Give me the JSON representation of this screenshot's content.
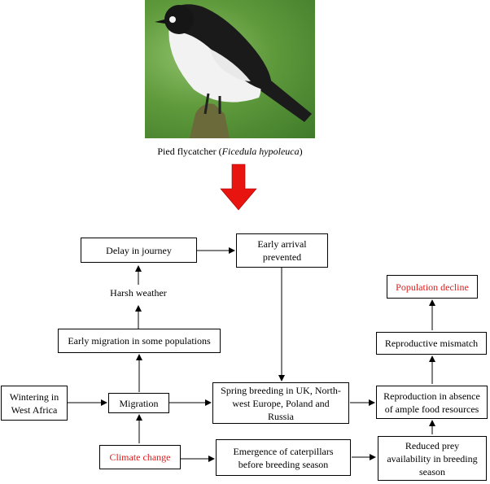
{
  "photo": {
    "caption_prefix": "Pied flycatcher (",
    "caption_species": "Ficedula hypoleuca",
    "caption_suffix": ")"
  },
  "nodes": {
    "delay_in_journey": "Delay in journey",
    "early_arrival_prevented": "Early arrival prevented",
    "harsh_weather": "Harsh weather",
    "early_migration": "Early migration in some populations",
    "wintering": "Wintering in West Africa",
    "migration": "Migration",
    "spring_breeding": "Spring breeding in UK, North-west Europe, Poland and Russia",
    "climate_change": "Climate change",
    "caterpillars": "Emergence of caterpillars before breeding season",
    "population_decline": "Population decline",
    "reproductive_mismatch": "Reproductive mismatch",
    "reproduction_absence": "Reproduction in absence of ample food resources",
    "reduced_prey": "Reduced prey availability in breeding season"
  },
  "colors": {
    "highlight": "#e31b1b",
    "big_arrow": "#e8140f"
  }
}
